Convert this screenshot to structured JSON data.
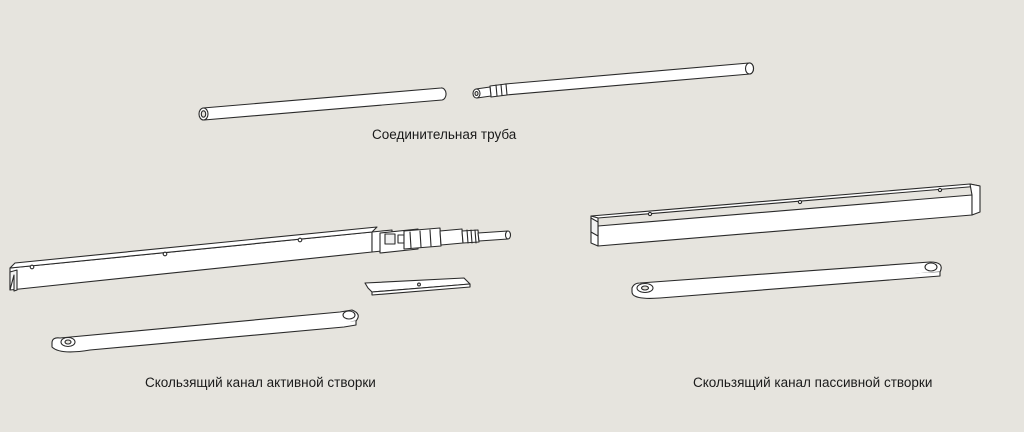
{
  "captions": {
    "connecting_pipe": "Соединительная труба",
    "active_leaf_channel": "Скользящий канал активной створки",
    "passive_leaf_channel": "Скользящий канал пассивной створки"
  },
  "colors": {
    "background": "#e6e4de",
    "part_fill": "#ffffff",
    "outline": "#2a2a2a"
  }
}
